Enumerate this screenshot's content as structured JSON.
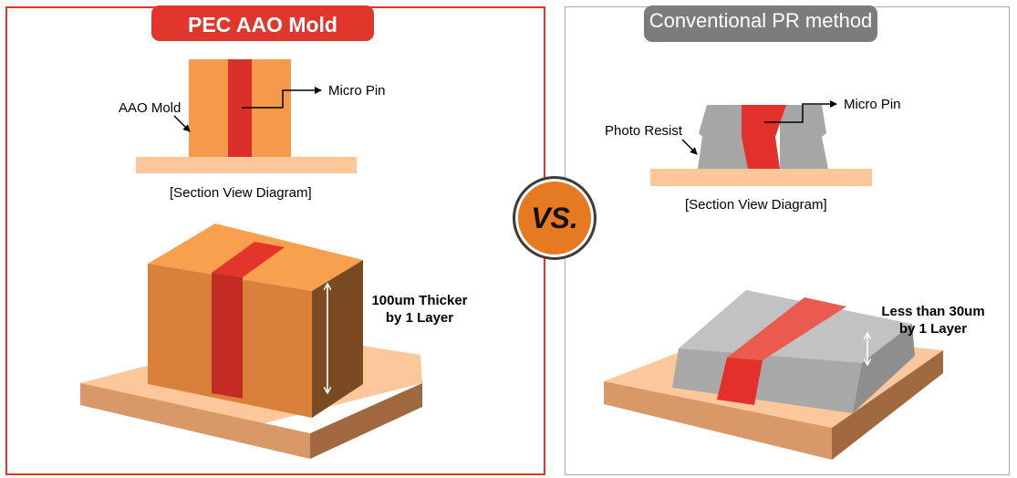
{
  "left": {
    "banner": "PEC AAO Mold",
    "mold_label": "AAO Mold",
    "pin_label": "Micro Pin",
    "caption": "[Section View Diagram]",
    "thickness_line1": "100um Thicker",
    "thickness_line2": "by 1 Layer"
  },
  "right": {
    "banner": "Conventional PR method",
    "resist_label": "Photo Resist",
    "pin_label": "Micro Pin",
    "caption": "[Section View Diagram]",
    "thickness_line1": "Less than 30um",
    "thickness_line2": "by 1 Layer"
  },
  "vs": "VS.",
  "colors": {
    "accent_red": "#e0362c",
    "aao_orange": "#f49a4a",
    "pin_red": "#d9302a",
    "resist_gray": "#a6a6a6",
    "substrate_peach": "#fdc79a",
    "vs_orange": "#e57a23"
  }
}
